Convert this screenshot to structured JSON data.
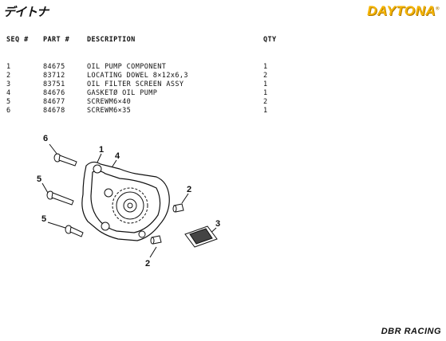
{
  "header": {
    "brand_left": "デイトナ",
    "brand_right": "DAYTONA",
    "brand_right_mark": "®"
  },
  "table": {
    "columns": [
      "SEQ #",
      "PART #",
      "DESCRIPTION",
      "QTY"
    ],
    "rows": [
      {
        "seq": "1",
        "part": "84675",
        "desc": "OIL PUMP COMPONENT",
        "qty": "1"
      },
      {
        "seq": "2",
        "part": "83712",
        "desc": "LOCATING DOWEL 8×12x6,3",
        "qty": "2"
      },
      {
        "seq": "3",
        "part": "83751",
        "desc": "OIL FILTER SCREEN ASSY",
        "qty": "1"
      },
      {
        "seq": "4",
        "part": "84676",
        "desc": "GASKETØ OIL PUMP",
        "qty": "1"
      },
      {
        "seq": "5",
        "part": "84677",
        "desc": "SCREWM6×40",
        "qty": "2"
      },
      {
        "seq": "6",
        "part": "84678",
        "desc": "SCREWM6×35",
        "qty": "1"
      }
    ]
  },
  "diagram": {
    "callouts": [
      "6",
      "1",
      "4",
      "5",
      "2",
      "5",
      "3",
      "2"
    ]
  },
  "footer": {
    "brand": "DBR RACING"
  }
}
